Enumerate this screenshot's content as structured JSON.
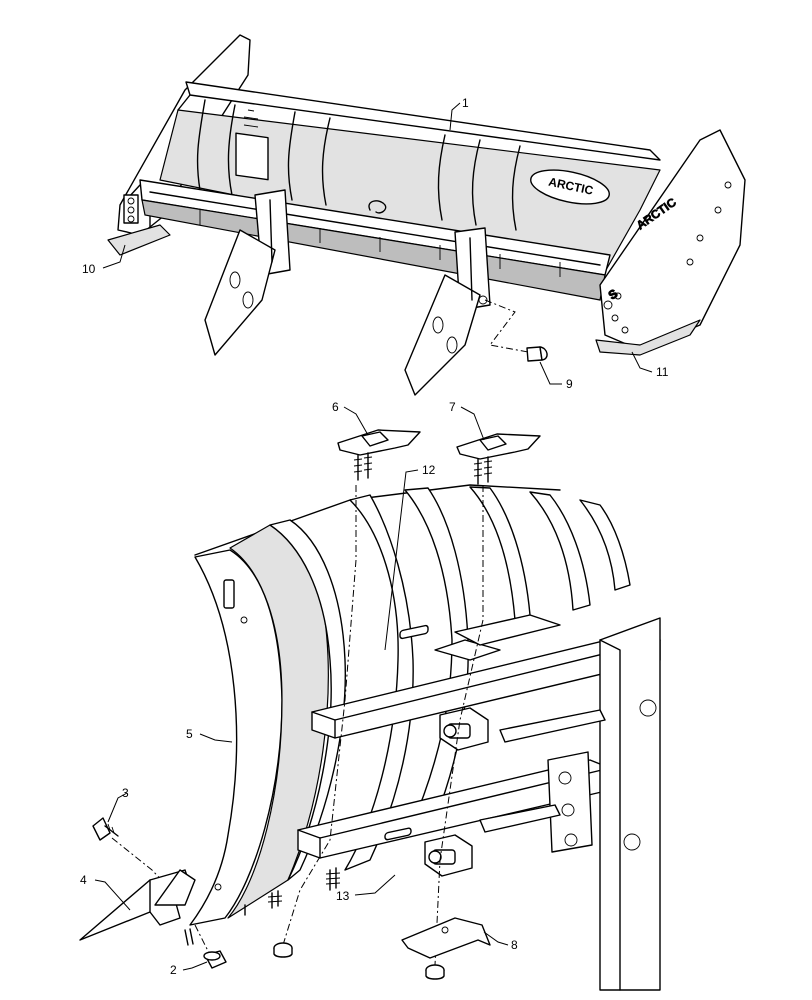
{
  "diagram": {
    "brand_text": "ARCTIC",
    "callouts": [
      {
        "id": "c1",
        "label": "1"
      },
      {
        "id": "c2",
        "label": "2"
      },
      {
        "id": "c3",
        "label": "3"
      },
      {
        "id": "c4",
        "label": "4"
      },
      {
        "id": "c5",
        "label": "5"
      },
      {
        "id": "c6",
        "label": "6"
      },
      {
        "id": "c7",
        "label": "7"
      },
      {
        "id": "c8",
        "label": "8"
      },
      {
        "id": "c9",
        "label": "9"
      },
      {
        "id": "c10",
        "label": "10"
      },
      {
        "id": "c11",
        "label": "11"
      },
      {
        "id": "c12",
        "label": "12"
      },
      {
        "id": "c13",
        "label": "13"
      }
    ]
  }
}
